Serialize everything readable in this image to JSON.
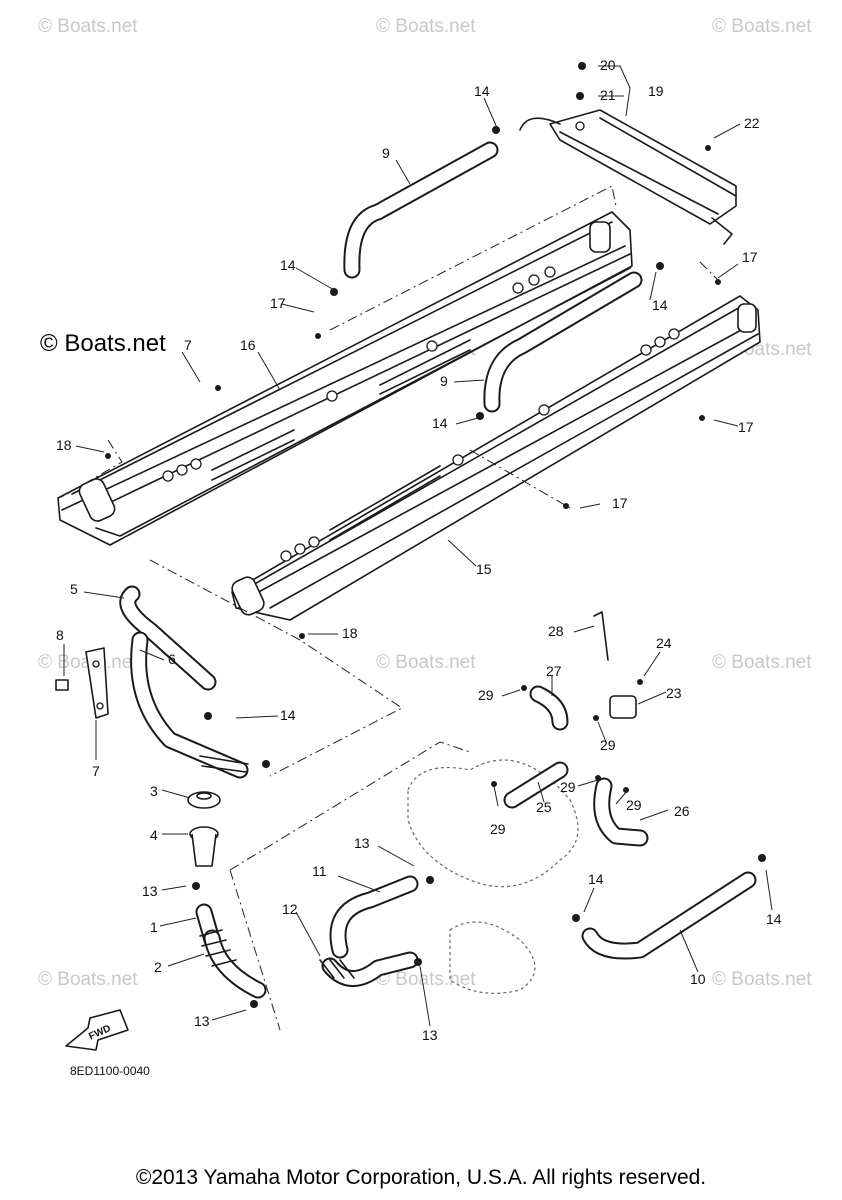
{
  "watermarks": {
    "text": "© Boats.net",
    "prominent": "© Boats.net"
  },
  "callouts": {
    "c1": "1",
    "c2": "2",
    "c3": "3",
    "c4": "4",
    "c5": "5",
    "c6": "6",
    "c7": "7",
    "c7b": "7",
    "c8": "8",
    "c9a": "9",
    "c9b": "9",
    "c10": "10",
    "c11": "11",
    "c12": "12",
    "c13a": "13",
    "c13b": "13",
    "c13c": "13",
    "c13d": "13",
    "c14a": "14",
    "c14b": "14",
    "c14c": "14",
    "c14d": "14",
    "c14e": "14",
    "c14f": "14",
    "c14g": "14",
    "c15": "15",
    "c16": "16",
    "c17a": "17",
    "c17b": "17",
    "c17c": "17",
    "c17d": "17",
    "c18a": "18",
    "c18b": "18",
    "c19": "19",
    "c20": "20",
    "c21": "21",
    "c22": "22",
    "c23": "23",
    "c24": "24",
    "c25": "25",
    "c26": "26",
    "c27": "27",
    "c28": "28",
    "c29a": "29",
    "c29b": "29",
    "c29c": "29",
    "c29d": "29",
    "c29e": "29"
  },
  "fwd_label": "FWD",
  "drawing_code": "8ED1100-0040",
  "copyright": "©2013 Yamaha Motor Corporation, U.S.A. All rights reserved."
}
